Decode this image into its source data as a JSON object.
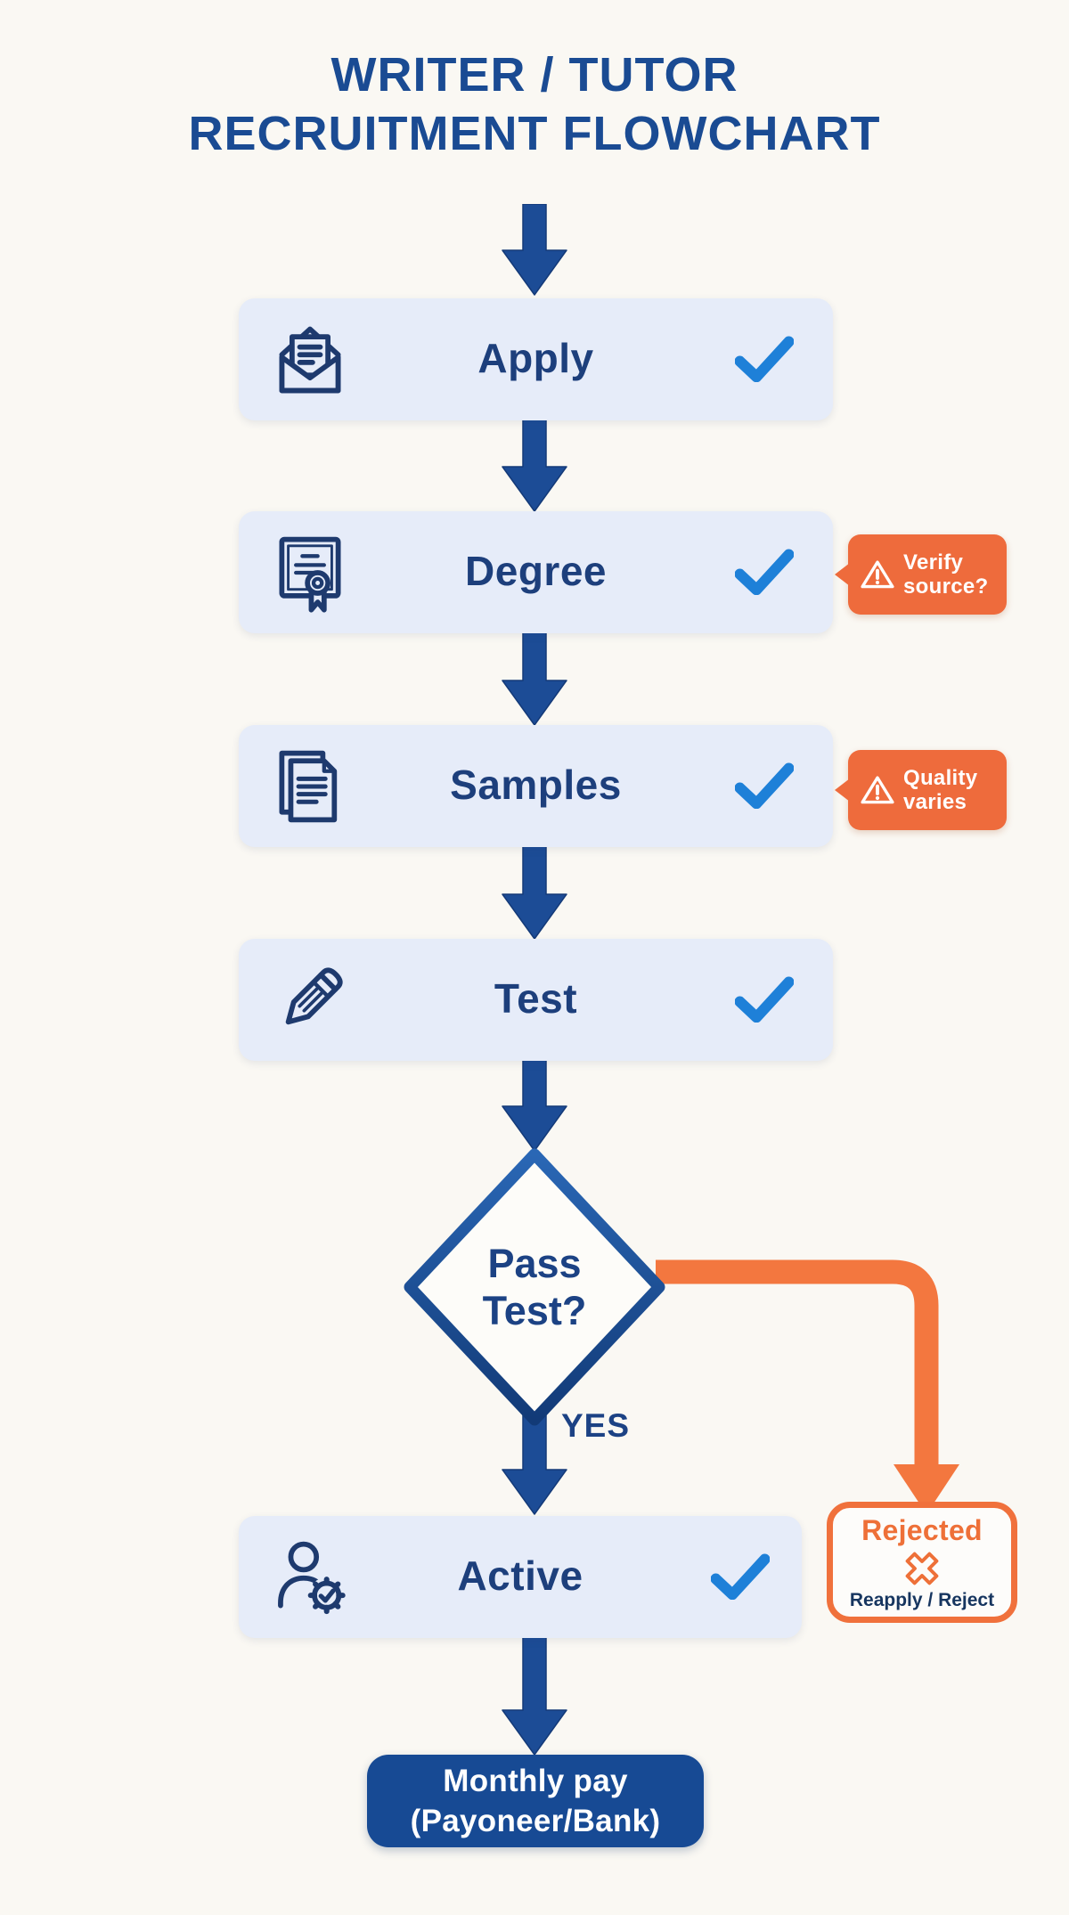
{
  "title": {
    "line1": "WRITER / TUTOR",
    "line2": "RECRUITMENT FLOWCHART"
  },
  "steps": {
    "apply": {
      "label": "Apply"
    },
    "degree": {
      "label": "Degree",
      "warning": {
        "line1": "Verify",
        "line2": "source?"
      }
    },
    "samples": {
      "label": "Samples",
      "warning": {
        "line1": "Quality",
        "line2": "varies"
      }
    },
    "test": {
      "label": "Test"
    },
    "active": {
      "label": "Active"
    }
  },
  "decision": {
    "line1": "Pass",
    "line2": "Test?",
    "yes": "YES"
  },
  "rejected": {
    "title": "Rejected",
    "subtitle": "Reapply / Reject"
  },
  "final": {
    "line1": "Monthly pay",
    "line2": "(Payoneer/Bank)"
  },
  "colors": {
    "navy": "#1a4b93",
    "box_fill": "#e6ecf9",
    "box_text": "#1d3f7c",
    "check_blue": "#1e80d8",
    "arrow_blue": "#1c4c96",
    "orange": "#ee6b3c",
    "orange_bright": "#f3773f",
    "background": "#faf8f3",
    "final_fill": "#174a94"
  }
}
